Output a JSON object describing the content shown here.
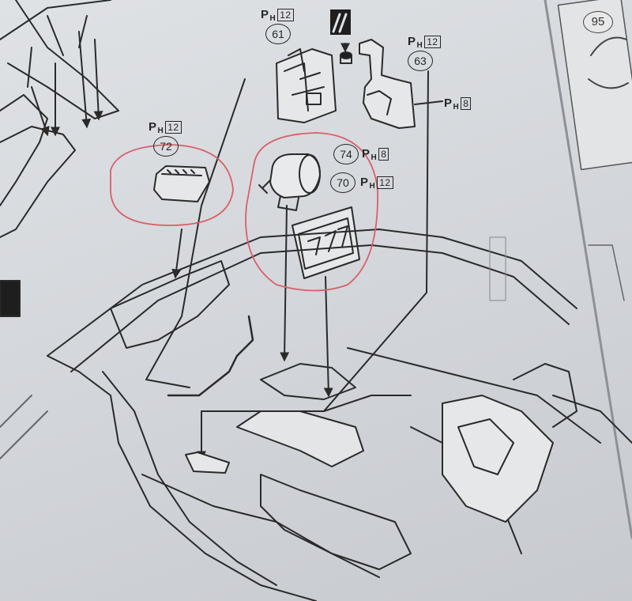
{
  "page_number": "95",
  "parts": [
    {
      "id": "61",
      "material": "P",
      "sprue": "H",
      "frame": "12"
    },
    {
      "id": "63",
      "material": "P",
      "sprue": "H",
      "frame": "12"
    },
    {
      "id": "72",
      "material": "P",
      "sprue": "H",
      "frame": "12"
    },
    {
      "id": "74",
      "material": "P",
      "sprue": "H",
      "frame": "8"
    },
    {
      "id": "70",
      "material": "P",
      "sprue": "H",
      "frame": "12"
    }
  ],
  "extra_callouts": [
    {
      "material": "P",
      "sprue": "H",
      "frame": "8"
    }
  ],
  "colors": {
    "highlight_circles": "#d8606a",
    "line_art": "#2a2a2a"
  }
}
